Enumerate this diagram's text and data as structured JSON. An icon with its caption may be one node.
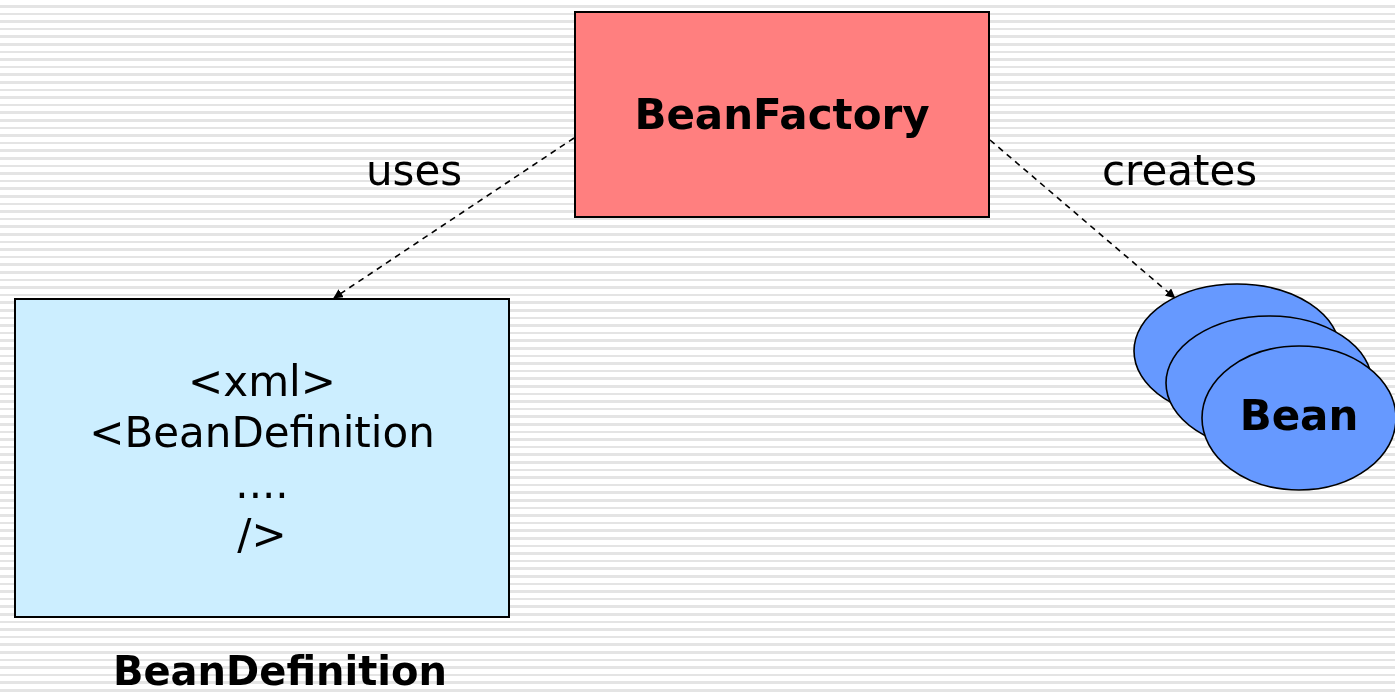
{
  "diagram": {
    "nodes": [
      {
        "text": [
          "BeanFactory"
        ]
      },
      {
        "text": [
          "<xml>",
          "<BeanDefinition",
          "....",
          "/>"
        ],
        "beside": [
          "BeanDefinition"
        ]
      },
      {
        "text": [
          "Bean"
        ]
      }
    ],
    "edges": [
      {
        "from": 0,
        "to": 1,
        "arrow": "to",
        "style": "dashed",
        "label": "uses"
      },
      {
        "from": 0,
        "to": 2,
        "arrow": "to",
        "style": "dashed",
        "label": "creates"
      }
    ]
  }
}
